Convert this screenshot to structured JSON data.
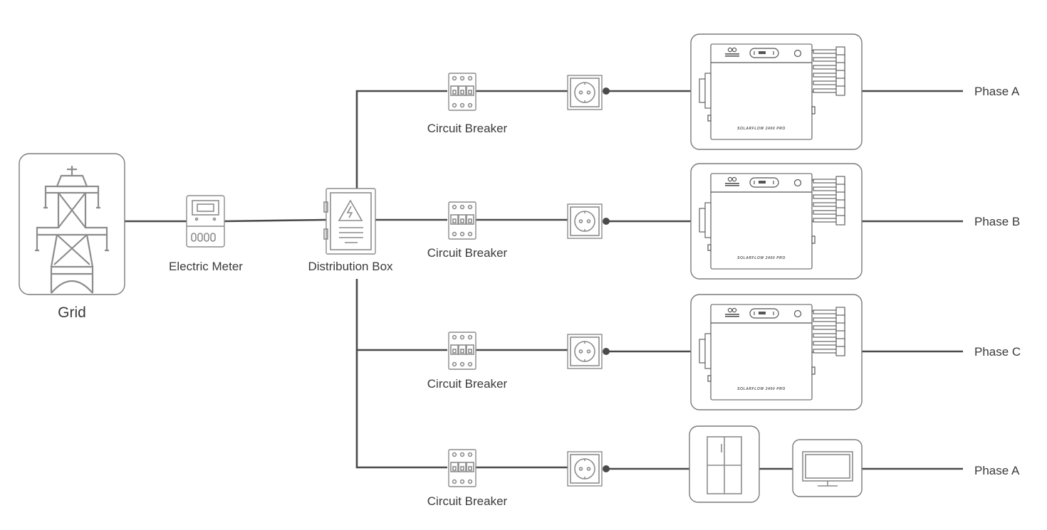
{
  "nodes": {
    "grid": "Grid",
    "meter": "Electric Meter",
    "distribution_box": "Distribution Box"
  },
  "branches": [
    {
      "breaker": "Circuit Breaker",
      "phase": "Phase A",
      "device": "SOLARFLOW 2400 PRO"
    },
    {
      "breaker": "Circuit Breaker",
      "phase": "Phase B",
      "device": "SOLARFLOW 2400 PRO"
    },
    {
      "breaker": "Circuit Breaker",
      "phase": "Phase C",
      "device": "SOLARFLOW 2400 PRO"
    },
    {
      "breaker": "Circuit Breaker",
      "phase": "Phase A",
      "device": ""
    }
  ],
  "colors": {
    "line": "#4a4a4a",
    "icon": "#8c8c8c",
    "box_border": "#7a7a7a",
    "text": "#3a3a3a"
  },
  "icons": [
    "transmission-tower-icon",
    "electric-meter-icon",
    "distribution-box-icon",
    "circuit-breaker-icon",
    "socket-icon",
    "solarflow-inverter-icon",
    "refrigerator-icon",
    "monitor-icon"
  ]
}
